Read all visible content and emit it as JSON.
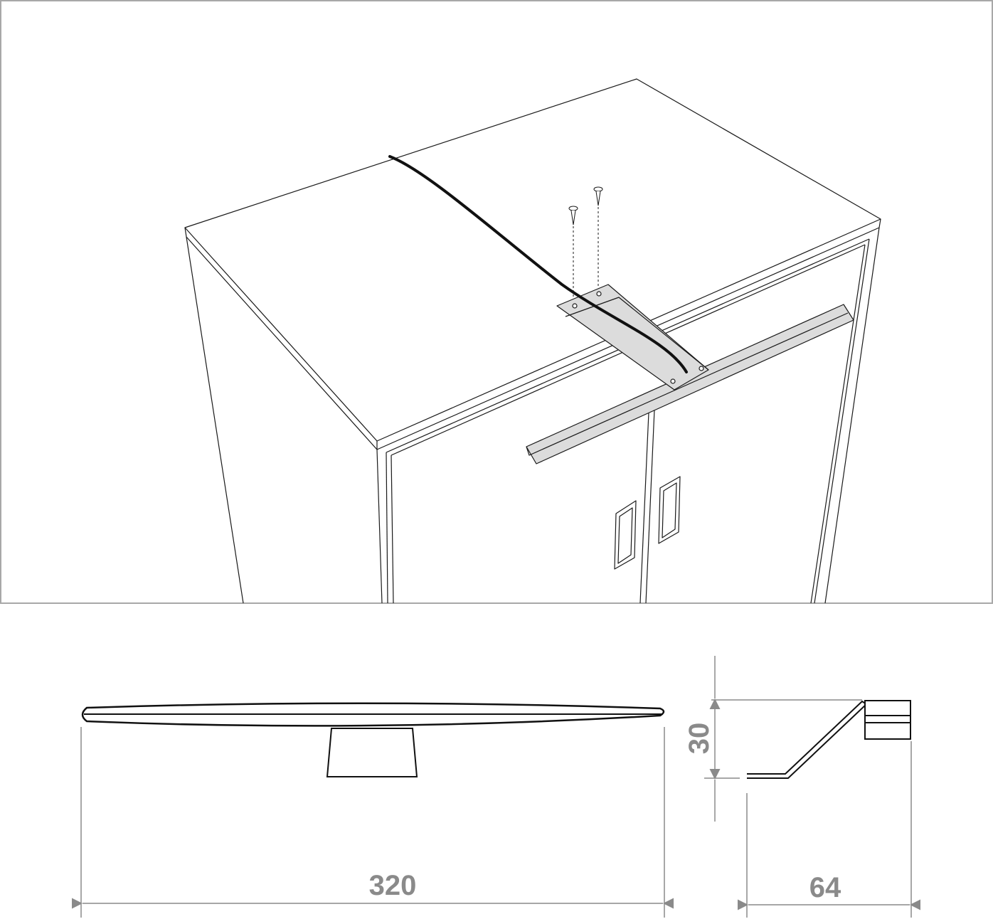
{
  "dimensions": {
    "width_label": "320",
    "depth_label": "64",
    "height_label": "30"
  },
  "colors": {
    "frame": "#a8a8a8",
    "line": "#1a1a1a",
    "lamp_fill": "#dcdcdc",
    "dimension": "#8a8a8a"
  }
}
